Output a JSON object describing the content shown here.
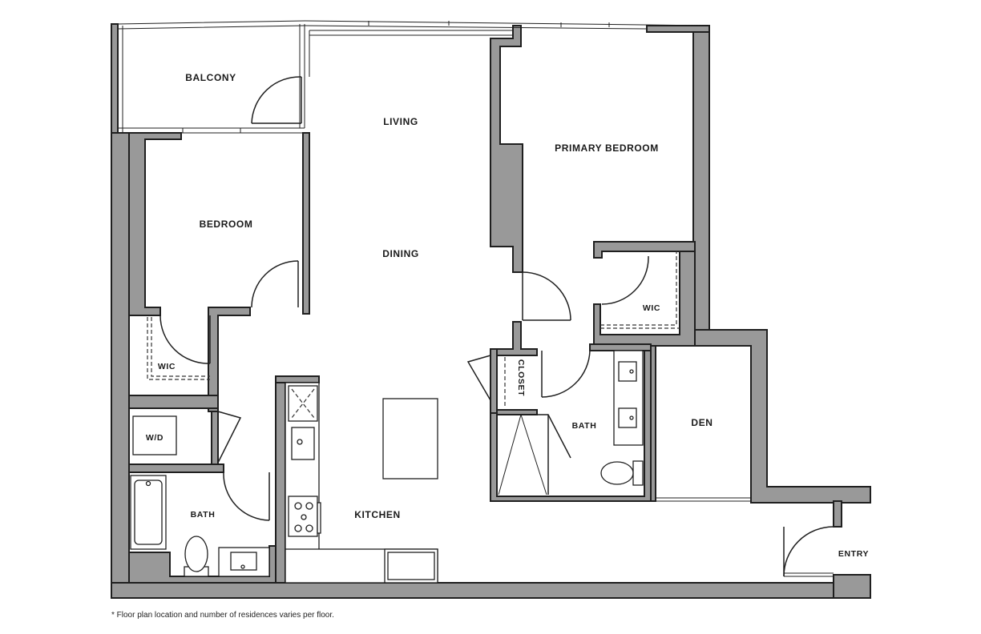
{
  "colors": {
    "wall": "#999999",
    "outline": "#1f1f1f",
    "background": "#ffffff"
  },
  "rooms": {
    "balcony": "BALCONY",
    "living": "LIVING",
    "primary_bedroom": "PRIMARY BEDROOM",
    "bedroom": "BEDROOM",
    "dining": "DINING",
    "wic_left": "WIC",
    "wic_right": "WIC",
    "closet": "CLOSET",
    "bath_primary": "BATH",
    "den": "DEN",
    "wd": "W/D",
    "bath_second": "BATH",
    "kitchen": "KITCHEN",
    "entry": "ENTRY"
  },
  "footnote": "* Floor plan location and number of residences varies per floor."
}
